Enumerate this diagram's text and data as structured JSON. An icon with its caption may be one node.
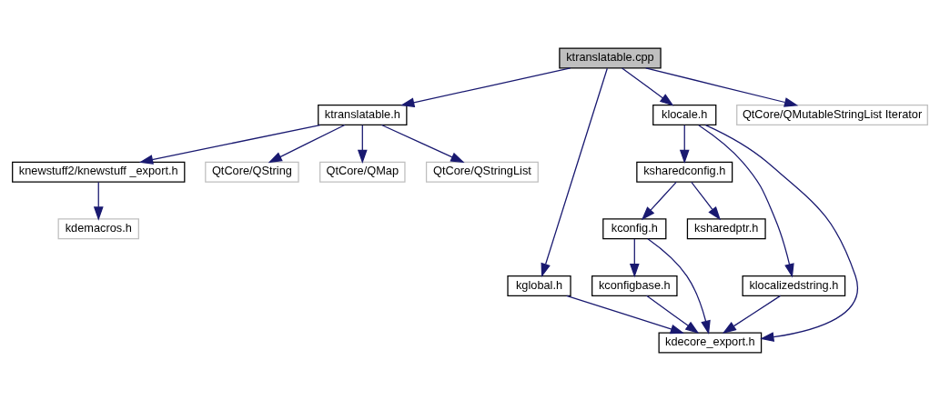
{
  "diagram": {
    "nodes": [
      {
        "text": [
          "ktranslatable.cpp"
        ]
      },
      {
        "text": [
          "ktranslatable.h"
        ]
      },
      {
        "text": [
          "kglobal.h"
        ]
      },
      {
        "text": [
          "klocale.h"
        ]
      },
      {
        "text": [
          "QtCore/QMutableStringList Iterator"
        ]
      },
      {
        "text": [
          "knewstuff2/knewstuff _export.h"
        ]
      },
      {
        "text": [
          "QtCore/QString"
        ]
      },
      {
        "text": [
          "QtCore/QMap"
        ]
      },
      {
        "text": [
          "QtCore/QStringList"
        ]
      },
      {
        "text": [
          "kdemacros.h"
        ]
      },
      {
        "text": [
          "ksharedconfig.h"
        ]
      },
      {
        "text": [
          "klocalizedstring.h"
        ]
      },
      {
        "text": [
          "kconfig.h"
        ]
      },
      {
        "text": [
          "ksharedptr.h"
        ]
      },
      {
        "text": [
          "kconfigbase.h"
        ]
      },
      {
        "text": [
          "kdecore_export.h"
        ]
      }
    ],
    "edges": [
      {
        "from": 0,
        "to": 1,
        "arrow": "to"
      },
      {
        "from": 0,
        "to": 2,
        "arrow": "to"
      },
      {
        "from": 0,
        "to": 3,
        "arrow": "to"
      },
      {
        "from": 0,
        "to": 4,
        "arrow": "to"
      },
      {
        "from": 1,
        "to": 5,
        "arrow": "to"
      },
      {
        "from": 1,
        "to": 6,
        "arrow": "to"
      },
      {
        "from": 1,
        "to": 7,
        "arrow": "to"
      },
      {
        "from": 1,
        "to": 8,
        "arrow": "to"
      },
      {
        "from": 5,
        "to": 9,
        "arrow": "to"
      },
      {
        "from": 3,
        "to": 15,
        "arrow": "to"
      },
      {
        "from": 3,
        "to": 11,
        "arrow": "to"
      },
      {
        "from": 3,
        "to": 10,
        "arrow": "to"
      },
      {
        "from": 10,
        "to": 12,
        "arrow": "to"
      },
      {
        "from": 10,
        "to": 13,
        "arrow": "to"
      },
      {
        "from": 12,
        "to": 15,
        "arrow": "to"
      },
      {
        "from": 12,
        "to": 14,
        "arrow": "to"
      },
      {
        "from": 2,
        "to": 15,
        "arrow": "to"
      },
      {
        "from": 11,
        "to": 15,
        "arrow": "to"
      },
      {
        "from": 14,
        "to": 15,
        "arrow": "to"
      }
    ]
  }
}
